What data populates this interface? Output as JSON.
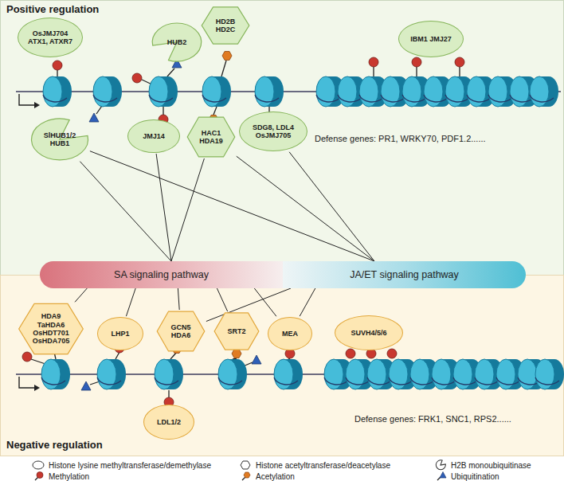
{
  "diagram": {
    "nodes": [
      {
        "text": [
          "OsJMJ704 ATX1, ATXR7"
        ]
      },
      {
        "text": [
          "HUB2"
        ]
      },
      {
        "text": [
          "HD2B HD2C"
        ]
      },
      {
        "text": [
          "IBM1 JMJ27"
        ]
      },
      {
        "text": [
          "SlHUB1/2 HUB1"
        ]
      },
      {
        "text": [
          "JMJ14"
        ]
      },
      {
        "text": [
          "HAC1 HDA19"
        ]
      },
      {
        "text": [
          "SDG8, LDL4 OsJMJ705"
        ]
      },
      {
        "text": [
          "SA signaling pathway"
        ]
      },
      {
        "text": [
          "JA/ET signaling pathway"
        ]
      },
      {
        "text": [
          "HDA9 TaHDA6 OsHDT701 OsHDA705"
        ]
      },
      {
        "text": [
          "LHP1"
        ]
      },
      {
        "text": [
          "GCN5 HDA6"
        ]
      },
      {
        "text": [
          "SRT2"
        ]
      },
      {
        "text": [
          "MEA"
        ]
      },
      {
        "text": [
          "SUVH4/5/6"
        ]
      },
      {
        "text": [
          "LDL1/2"
        ]
      }
    ],
    "edges": [
      {
        "from": 4,
        "to": 8,
        "arrow": "none"
      },
      {
        "from": 4,
        "to": 9,
        "arrow": "none"
      },
      {
        "from": 5,
        "to": 8,
        "arrow": "none"
      },
      {
        "from": 6,
        "to": 8,
        "arrow": "none"
      },
      {
        "from": 6,
        "to": 9,
        "arrow": "none"
      },
      {
        "from": 7,
        "to": 9,
        "arrow": "none"
      },
      {
        "from": 8,
        "to": 10,
        "arrow": "none"
      },
      {
        "from": 8,
        "to": 11,
        "arrow": "none"
      },
      {
        "from": 8,
        "to": 12,
        "arrow": "none"
      },
      {
        "from": 8,
        "to": 13,
        "arrow": "none"
      },
      {
        "from": 8,
        "to": 14,
        "arrow": "none"
      },
      {
        "from": 9,
        "to": 12,
        "arrow": "none"
      },
      {
        "from": 9,
        "to": 14,
        "arrow": "none"
      }
    ],
    "labels": [
      "Positive regulation",
      "Defense genes: PR1, WRKY70, PDF1.2......",
      "Defense genes: FRK1, SNC1, RPS2......",
      "Negative regulation"
    ],
    "legend": [
      {
        "text": "Histone lysine methyltransferase/demethylase"
      },
      {
        "text": "Histone acetyltransferase/deacetylase"
      },
      {
        "text": "H2B monoubiquitinase"
      },
      {
        "text": "Methylation"
      },
      {
        "text": "Acetylation"
      },
      {
        "text": "Ubiquitination"
      }
    ]
  }
}
